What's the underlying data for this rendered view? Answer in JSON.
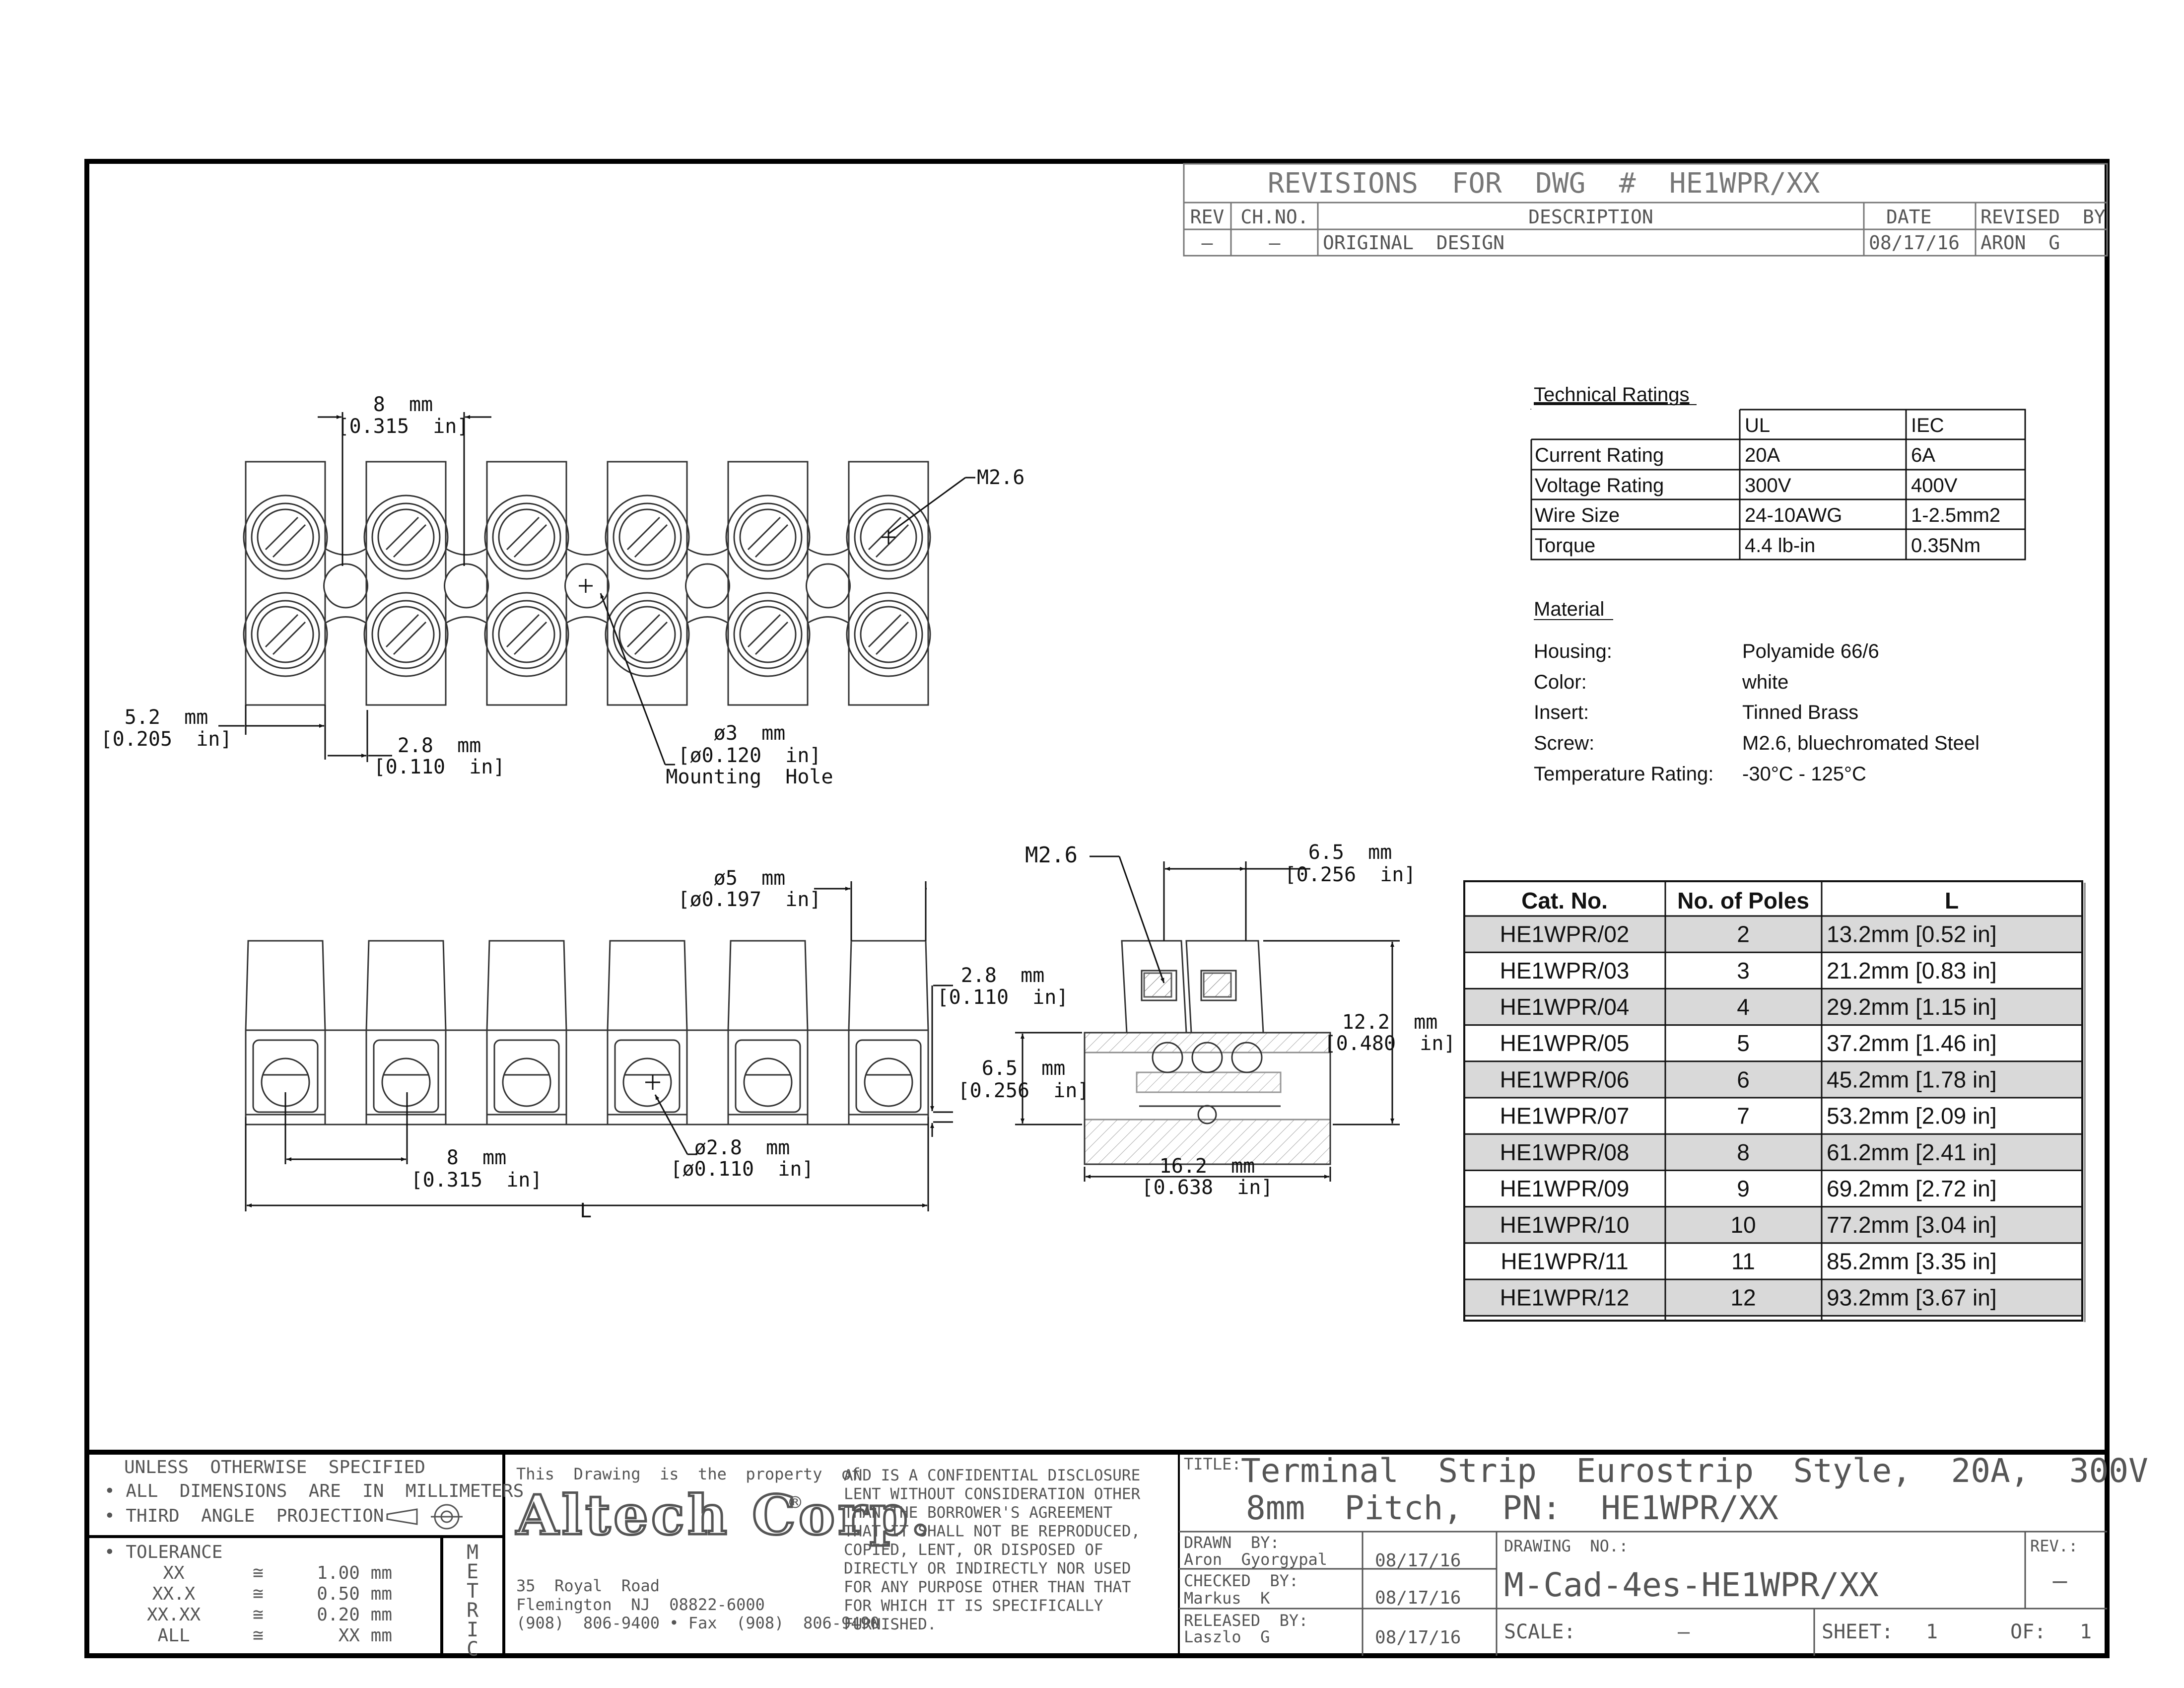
{
  "revisions": {
    "title": "REVISIONS  FOR  DWG  #  HE1WPR/XX",
    "headers": [
      "REV",
      "CH.NO.",
      "DESCRIPTION",
      "DATE",
      "REVISED  BY"
    ],
    "row": [
      "—",
      "—",
      "ORIGINAL  DESIGN",
      "08/17/16",
      "ARON  G"
    ]
  },
  "technical_ratings": {
    "heading": "Technical Ratings",
    "col_headers": [
      "UL",
      "IEC"
    ],
    "rows": [
      [
        "Current Rating",
        "20A",
        "6A"
      ],
      [
        "Voltage Rating",
        "300V",
        "400V"
      ],
      [
        "Wire Size",
        "24-10AWG",
        "1-2.5mm2"
      ],
      [
        "Torque",
        "4.4 lb-in",
        "0.35Nm"
      ]
    ]
  },
  "material": {
    "heading": "Material",
    "rows": [
      [
        "Housing:",
        "Polyamide 66/6"
      ],
      [
        "Color:",
        "white"
      ],
      [
        "Insert:",
        "Tinned Brass"
      ],
      [
        "Screw:",
        "M2.6, bluechromated Steel"
      ],
      [
        "Temperature Rating:",
        "-30°C - 125°C"
      ]
    ]
  },
  "catalog": {
    "headers": [
      "Cat. No.",
      "No. of Poles",
      "L"
    ],
    "rows": [
      [
        "HE1WPR/02",
        "2",
        "13.2mm [0.52 in]"
      ],
      [
        "HE1WPR/03",
        "3",
        "21.2mm [0.83 in]"
      ],
      [
        "HE1WPR/04",
        "4",
        "29.2mm [1.15 in]"
      ],
      [
        "HE1WPR/05",
        "5",
        "37.2mm [1.46 in]"
      ],
      [
        "HE1WPR/06",
        "6",
        "45.2mm [1.78 in]"
      ],
      [
        "HE1WPR/07",
        "7",
        "53.2mm [2.09 in]"
      ],
      [
        "HE1WPR/08",
        "8",
        "61.2mm [2.41 in]"
      ],
      [
        "HE1WPR/09",
        "9",
        "69.2mm [2.72 in]"
      ],
      [
        "HE1WPR/10",
        "10",
        "77.2mm [3.04 in]"
      ],
      [
        "HE1WPR/11",
        "11",
        "85.2mm [3.35 in]"
      ],
      [
        "HE1WPR/12",
        "12",
        "93.2mm [3.67 in]"
      ]
    ]
  },
  "dimensions": {
    "top_pitch": [
      "8  mm",
      "[0.315  in]"
    ],
    "m26_top": "M2.6",
    "end_offset": [
      "5.2  mm",
      "[0.205  in]"
    ],
    "gap": [
      "2.8  mm",
      "[0.110  in]"
    ],
    "mount_hole": [
      "ø3  mm",
      "[ø0.120  in]",
      "Mounting  Hole"
    ],
    "screw_dia": [
      "ø5  mm",
      "[ø0.197  in]"
    ],
    "front_gap": [
      "2.8  mm",
      "[0.110  in]"
    ],
    "front_pitch": [
      "8  mm",
      "[0.315  in]"
    ],
    "front_hole": [
      "ø2.8  mm",
      "[ø0.110  in]"
    ],
    "length": "L",
    "m26_side": "M2.6",
    "side_width": [
      "6.5  mm",
      "[0.256  in]"
    ],
    "side_height": [
      "12.2  mm",
      "[0.480  in]"
    ],
    "side_base": [
      "6.5  mm",
      "[0.256  in]"
    ],
    "side_depth": [
      "16.2  mm",
      "[0.638  in]"
    ]
  },
  "title_block": {
    "spec_lines": [
      "UNLESS  OTHERWISE  SPECIFIED",
      "• ALL  DIMENSIONS  ARE  IN  MILLIMETERS",
      "• THIRD  ANGLE  PROJECTION"
    ],
    "tolerance_label": "• TOLERANCE",
    "tolerances": [
      [
        "XX",
        "≅",
        "1.00 mm"
      ],
      [
        "XX.X",
        "≅",
        "0.50 mm"
      ],
      [
        "XX.XX",
        "≅",
        "0.20 mm"
      ],
      [
        "ALL",
        "≅",
        "XX mm"
      ]
    ],
    "metric_letters": [
      "M",
      "E",
      "T",
      "R",
      "I",
      "C"
    ],
    "property_of": "This  Drawing  is  the  property  of",
    "logo_text": "Altech Corp.",
    "address": [
      "35  Royal  Road",
      "Flemington  NJ  08822-6000",
      "(908)  806-9400 • Fax  (908)  806-9490"
    ],
    "disclosure": [
      "AND  IS  A  CONFIDENTIAL  DISCLOSURE",
      "LENT  WITHOUT  CONSIDERATION  OTHER",
      "THAN  THE  BORROWER'S  AGREEMENT",
      "THAT  IT  SHALL  NOT  BE  REPRODUCED,",
      "COPIED,  LENT,  OR  DISPOSED  OF",
      "DIRECTLY  OR  INDIRECTLY  NOR  USED",
      "FOR  ANY  PURPOSE  OTHER  THAN  THAT",
      "FOR  WHICH  IT  IS  SPECIFICALLY",
      "FURNISHED."
    ],
    "title_label": "TITLE:",
    "title_lines": [
      "Terminal  Strip  Eurostrip  Style,  20A,  300V",
      "8mm  Pitch,  PN:  HE1WPR/XX"
    ],
    "drawn_label": "DRAWN  BY:",
    "drawn_by": "Aron  Gyorgypal",
    "drawn_date": "08/17/16",
    "checked_label": "CHECKED  BY:",
    "checked_by": "Markus  K",
    "checked_date": "08/17/16",
    "released_label": "RELEASED  BY:",
    "released_by": "Laszlo  G",
    "released_date": "08/17/16",
    "drawing_no_label": "DRAWING  NO.:",
    "drawing_no": "M-Cad-4es-HE1WPR/XX",
    "rev_label": "REV.:",
    "rev_value": "—",
    "scale_label": "SCALE:",
    "scale_value": "—",
    "sheet_label": "SHEET:",
    "sheet_value": "1",
    "of_label": "OF:",
    "of_value": "1"
  }
}
